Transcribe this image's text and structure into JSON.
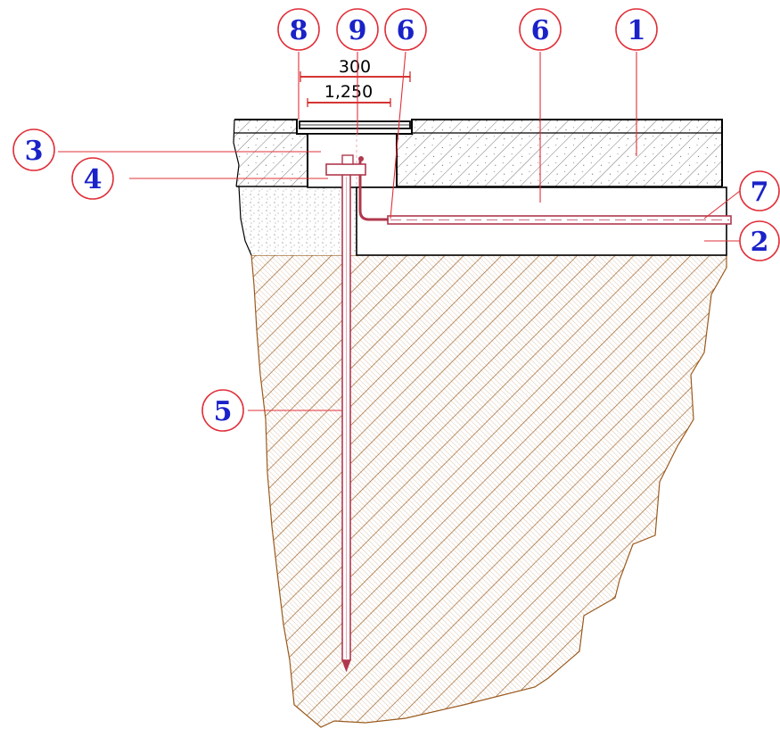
{
  "dimensions": {
    "outer": "300",
    "inner": "1,250"
  },
  "callouts": {
    "c1": "1",
    "c2": "2",
    "c3": "3",
    "c4": "4",
    "c5": "5",
    "c6a": "6",
    "c6b": "6",
    "c7": "7",
    "c8": "8",
    "c9": "9"
  },
  "colors": {
    "callout_stroke": "#e0303a",
    "callout_text": "#1a22c8",
    "rod": "#b0384e",
    "soil_hatch": "#9a5a1e",
    "concrete_hatch": "#555555",
    "outline": "#000000",
    "dimension_line": "#d01818"
  }
}
